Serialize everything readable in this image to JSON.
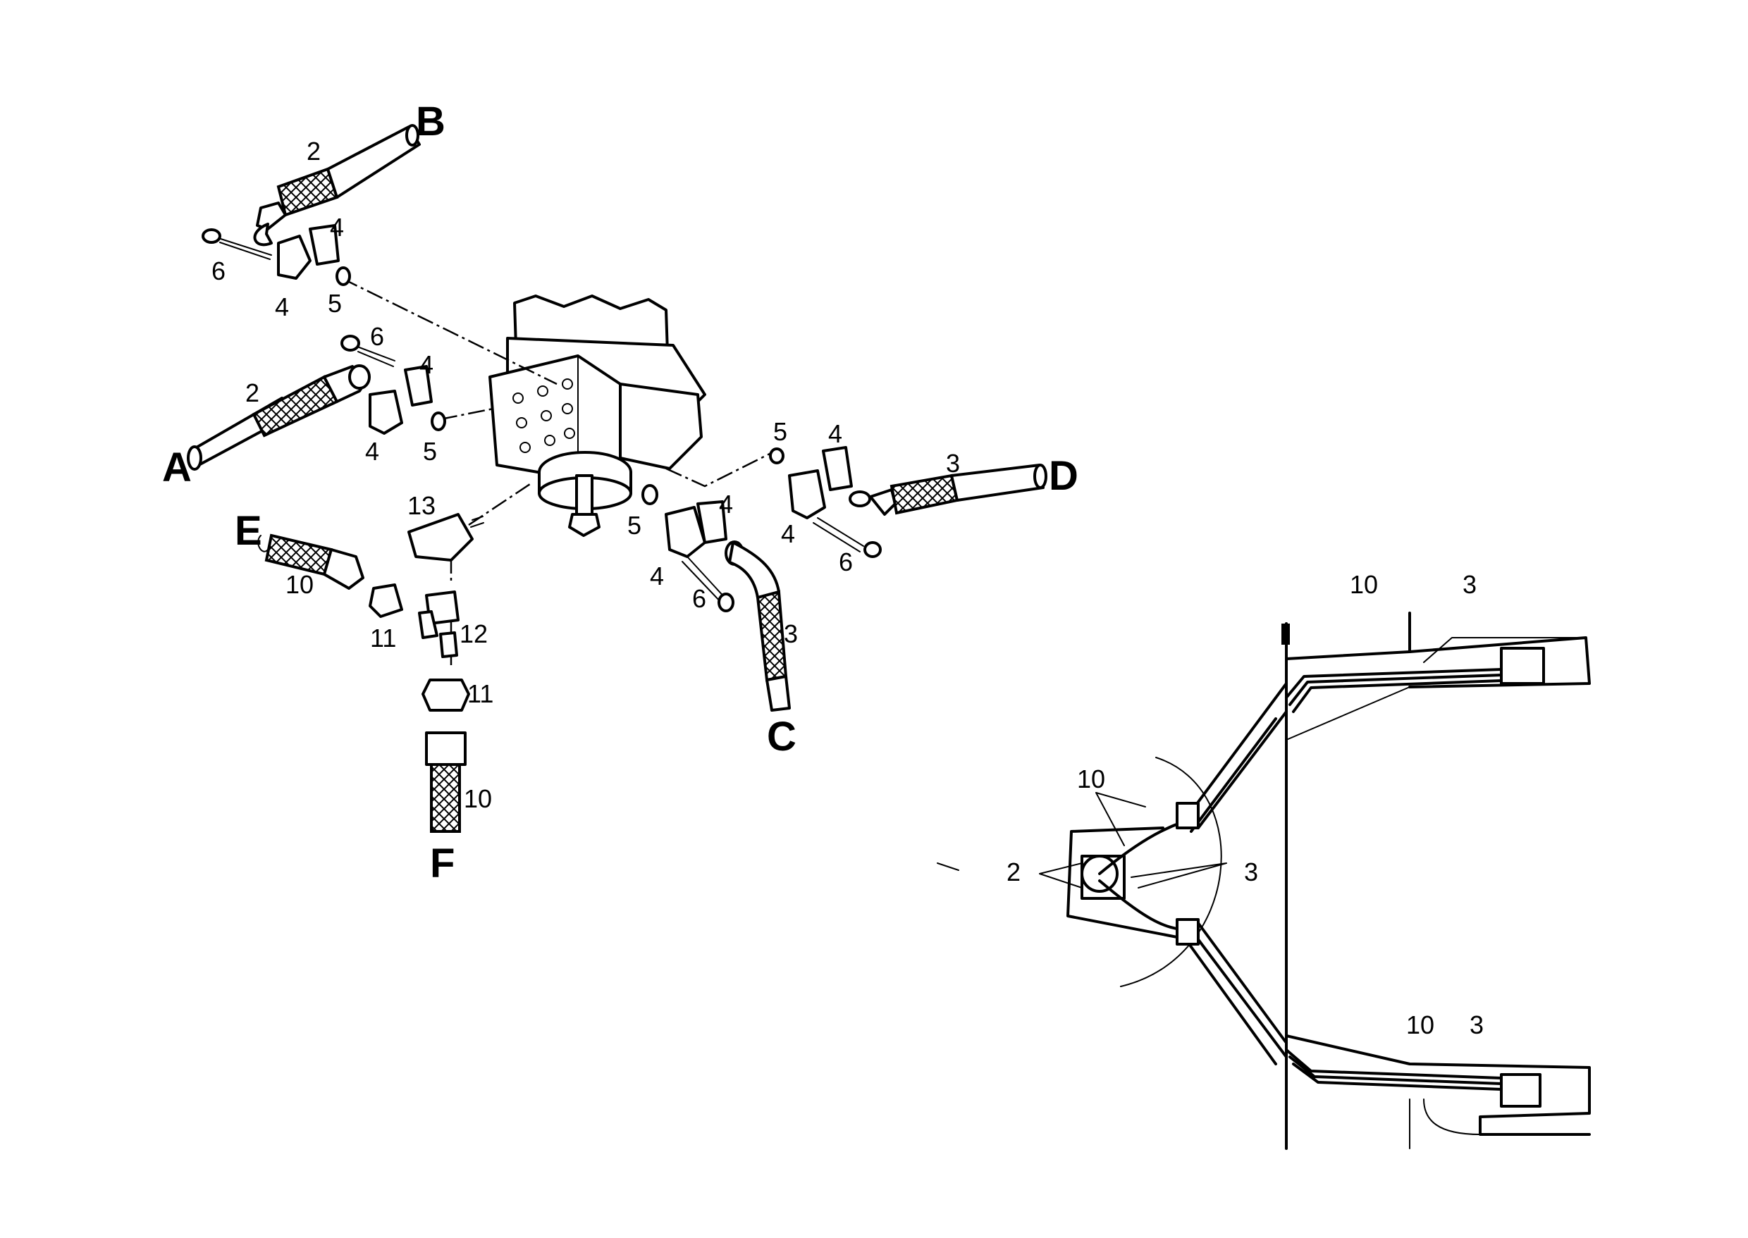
{
  "diagram": {
    "ports": [
      {
        "id": "A",
        "text": "A"
      },
      {
        "id": "B",
        "text": "B"
      },
      {
        "id": "C",
        "text": "C"
      },
      {
        "id": "D",
        "text": "D"
      },
      {
        "id": "E",
        "text": "E"
      },
      {
        "id": "F",
        "text": "F"
      }
    ],
    "callouts": {
      "c2_top": "2",
      "c4_top_a": "4",
      "c4_top_b": "4",
      "c6_top": "6",
      "c5_top": "5",
      "c6_mid": "6",
      "c2_mid": "2",
      "c4_mid_a": "4",
      "c4_mid_b": "4",
      "c5_mid": "5",
      "c13": "13",
      "c10_e": "10",
      "c11_a": "11",
      "c12": "12",
      "c11_b": "11",
      "c10_f": "10",
      "c5_low": "5",
      "c4_low_a": "4",
      "c4_low_b": "4",
      "c6_low": "6",
      "c3_c": "3",
      "c5_right": "5",
      "c4_right_a": "4",
      "c4_right_b": "4",
      "c6_right": "6",
      "c3_d": "3"
    },
    "inset": {
      "top_10": "10",
      "top_3": "3",
      "mid_10": "10",
      "mid_2": "2",
      "mid_3": "3",
      "bot_10": "10",
      "bot_3": "3"
    }
  }
}
